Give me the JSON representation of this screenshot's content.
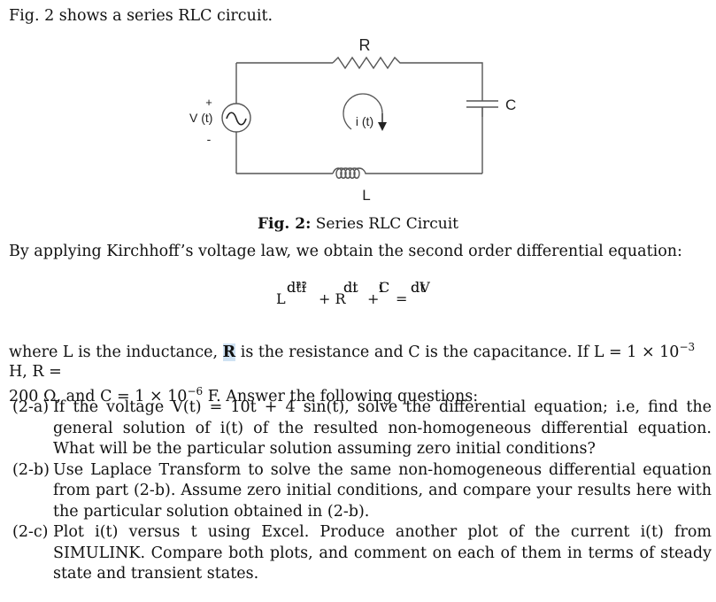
{
  "intro": "Fig. 2 shows a series RLC circuit.",
  "circuit": {
    "r_label": "R",
    "c_label": "C",
    "l_label": "L",
    "v_label": "V (t)",
    "i_label": "i (t)",
    "plus": "+",
    "minus": "-"
  },
  "caption": {
    "bold": "Fig. 2:",
    "text": " Series RLC Circuit"
  },
  "kvl_sentence": "By applying Kirchhoff’s voltage law, we obtain the second order differential equation:",
  "equation": {
    "L": "L",
    "d2i": "d²i",
    "dt2": "dt²",
    "plus1": "+ R",
    "di": "di",
    "dt": "dt",
    "plus2": "+",
    "i": "i",
    "C": "C",
    "eq": "=",
    "dV": "dV",
    "dt2b": "dt"
  },
  "where": {
    "part1": "where L is the inductance, ",
    "R": "R",
    "part2": " is the resistance and C is the capacitance. If L = 1 × 10",
    "exp1": "−3",
    "part3": " H, R =",
    "line2": "200 Ω, and C = 1 × 10",
    "exp2": "−6",
    "part4": " F. Answer the following questions:"
  },
  "questions": [
    {
      "label": "(2-a)",
      "text": "If the voltage V(t) = 10t + 4 sin(t), solve the differential equation; i.e, find the general solution of i(t) of the resulted non-homogeneous differential equation. What will be the particular solution assuming zero initial conditions?"
    },
    {
      "label": "(2-b)",
      "text": "Use Laplace Transform to solve the same non-homogeneous differential equation from part (2-b). Assume zero initial conditions, and compare your results here with the particular solution obtained in (2-b)."
    },
    {
      "label": "(2-c)",
      "text": "Plot i(t) versus t using Excel. Produce another plot of the current i(t) from SIMULINK. Compare both plots, and comment on each of them in terms of steady state and transient states."
    }
  ]
}
